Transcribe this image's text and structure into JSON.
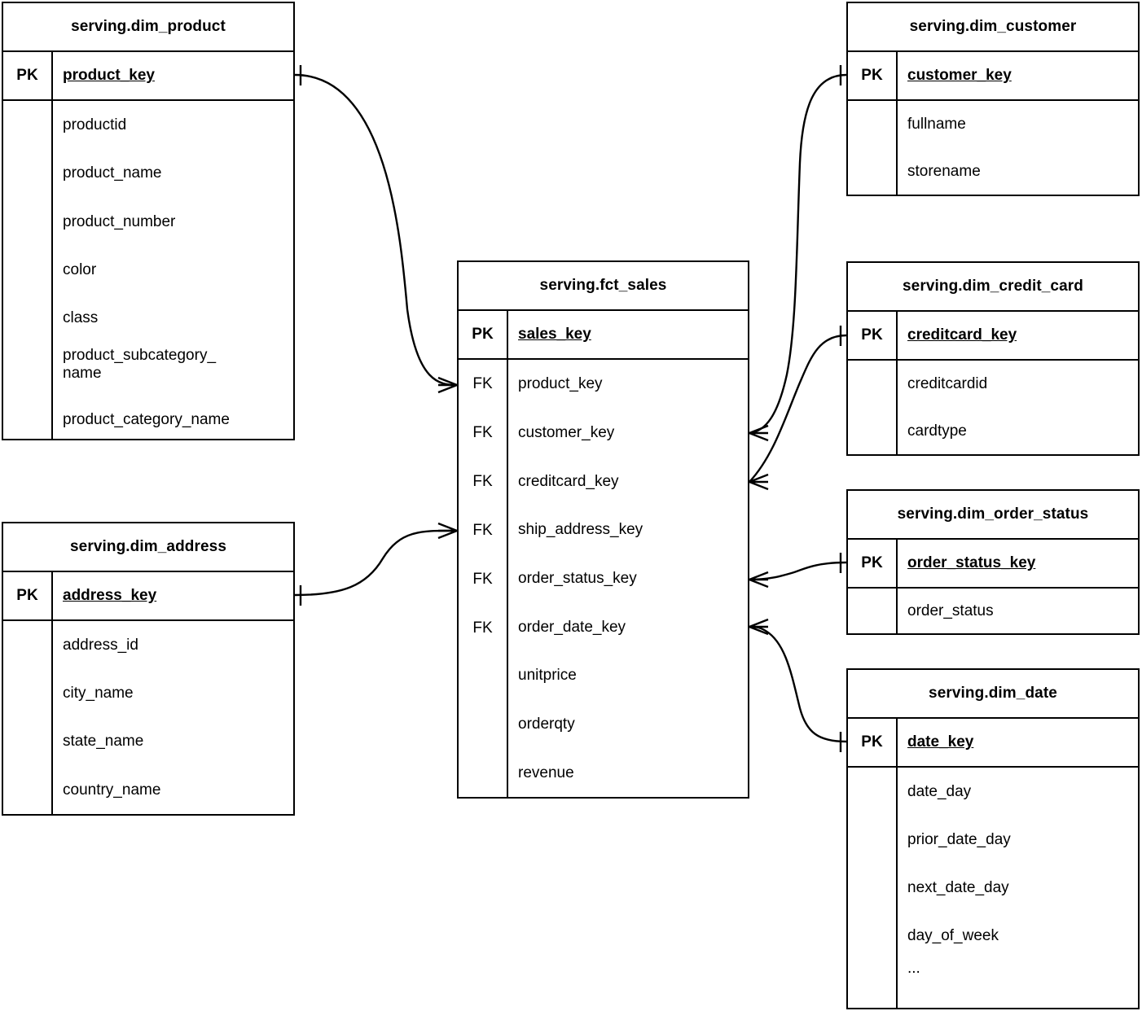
{
  "diagram": {
    "kind": "entity-relationship-diagram",
    "notation": "crow-foot",
    "background": "#ffffff",
    "line_color": "#000000"
  },
  "entities": [
    {
      "id": "dim_product",
      "title": "serving.dim_product",
      "pk_label": "PK",
      "pk_field": "product_key",
      "attributes": [
        "productid",
        "product_name",
        "product_number",
        "color",
        "class",
        "product_subcategory_\nname",
        "product_category_name"
      ]
    },
    {
      "id": "dim_address",
      "title": "serving.dim_address",
      "pk_label": "PK",
      "pk_field": "address_key",
      "attributes": [
        "address_id",
        "city_name",
        "state_name",
        "country_name"
      ]
    },
    {
      "id": "fct_sales",
      "title": "serving.fct_sales",
      "pk_label": "PK",
      "pk_field": "sales_key",
      "fk_label": "FK",
      "foreign_keys": [
        "product_key",
        "customer_key",
        "creditcard_key",
        "ship_address_key",
        "order_status_key",
        "order_date_key"
      ],
      "measures": [
        "unitprice",
        "orderqty",
        "revenue"
      ]
    },
    {
      "id": "dim_customer",
      "title": "serving.dim_customer",
      "pk_label": "PK",
      "pk_field": "customer_key",
      "attributes": [
        "fullname",
        "storename"
      ]
    },
    {
      "id": "dim_credit_card",
      "title": "serving.dim_credit_card",
      "pk_label": "PK",
      "pk_field": "creditcard_key",
      "attributes": [
        "creditcardid",
        "cardtype"
      ]
    },
    {
      "id": "dim_order_status",
      "title": "serving.dim_order_status",
      "pk_label": "PK",
      "pk_field": "order_status_key",
      "attributes": [
        "order_status"
      ]
    },
    {
      "id": "dim_date",
      "title": "serving.dim_date",
      "pk_label": "PK",
      "pk_field": "date_key",
      "attributes": [
        "date_day",
        "prior_date_day",
        "next_date_day",
        "day_of_week",
        "..."
      ]
    }
  ],
  "relationships": [
    {
      "id": "rel-product",
      "from": "dim_product.product_key",
      "to": "fct_sales.product_key",
      "from_cardinality": "one",
      "to_cardinality": "many"
    },
    {
      "id": "rel-address",
      "from": "dim_address.address_key",
      "to": "fct_sales.ship_address_key",
      "from_cardinality": "one",
      "to_cardinality": "many"
    },
    {
      "id": "rel-customer",
      "from": "dim_customer.customer_key",
      "to": "fct_sales.customer_key",
      "from_cardinality": "one",
      "to_cardinality": "many"
    },
    {
      "id": "rel-creditcard",
      "from": "dim_credit_card.creditcard_key",
      "to": "fct_sales.creditcard_key",
      "from_cardinality": "one",
      "to_cardinality": "many"
    },
    {
      "id": "rel-order-status",
      "from": "dim_order_status.order_status_key",
      "to": "fct_sales.order_status_key",
      "from_cardinality": "one",
      "to_cardinality": "many"
    },
    {
      "id": "rel-date",
      "from": "dim_date.date_key",
      "to": "fct_sales.order_date_key",
      "from_cardinality": "one",
      "to_cardinality": "many"
    }
  ]
}
